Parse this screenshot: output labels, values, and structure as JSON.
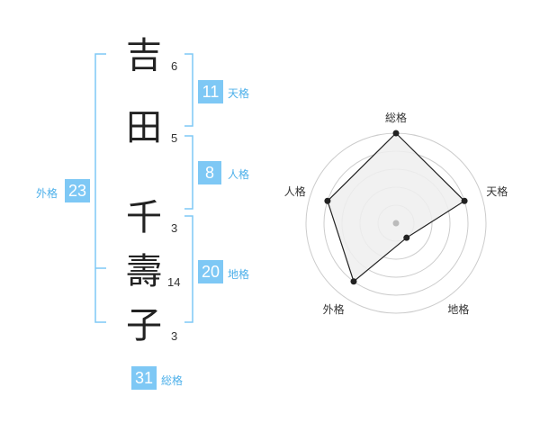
{
  "name": {
    "chars": [
      {
        "char": "吉",
        "strokes": "6"
      },
      {
        "char": "田",
        "strokes": "5"
      },
      {
        "char": "千",
        "strokes": "3"
      },
      {
        "char": "壽",
        "strokes": "14"
      },
      {
        "char": "子",
        "strokes": "3"
      }
    ]
  },
  "kaku": {
    "ten": {
      "value": "11",
      "label": "天格"
    },
    "jin": {
      "value": "8",
      "label": "人格"
    },
    "chi": {
      "value": "20",
      "label": "地格"
    },
    "gai": {
      "value": "23",
      "label": "外格"
    },
    "sou": {
      "value": "31",
      "label": "総格"
    }
  },
  "chart_data": {
    "type": "radar",
    "axes": [
      "総格",
      "天格",
      "地格",
      "外格",
      "人格"
    ],
    "values": [
      1.0,
      0.8,
      0.2,
      0.8,
      0.8
    ],
    "range": [
      0,
      1
    ],
    "rings": 5,
    "colors": {
      "fill": "#eeeeee",
      "line": "#222222",
      "grid": "#cccccc",
      "center": "#bbbbbb"
    }
  },
  "colors": {
    "accent": "#7ec8f5",
    "bracket": "#7ec8f5"
  }
}
